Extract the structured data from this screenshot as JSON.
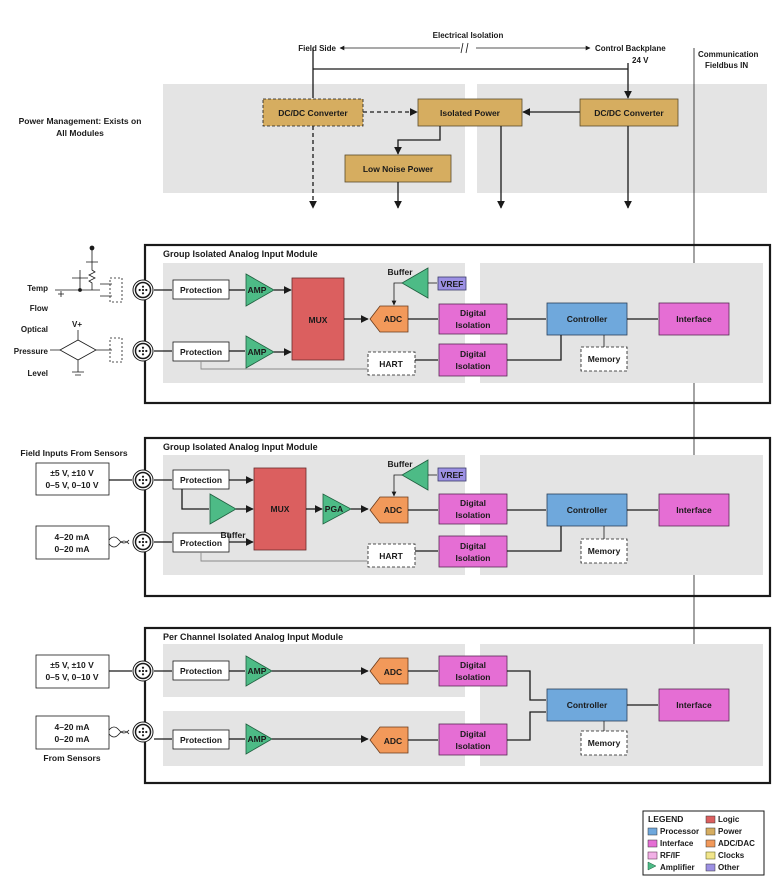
{
  "header": {
    "electrical_isolation": "Electrical Isolation",
    "field_side": "Field Side",
    "control_backplane": "Control Backplane",
    "supply": "24 V",
    "communication": "Communication",
    "fieldbus_in": "Fieldbus IN"
  },
  "power": {
    "label_line1": "Power Management: Exists on",
    "label_line2": "All Modules",
    "dcdc_left": "DC/DC Converter",
    "isolated_power": "Isolated Power",
    "dcdc_right": "DC/DC Converter",
    "low_noise": "Low Noise Power"
  },
  "module1": {
    "title": "Group Isolated Analog Input Module",
    "sensors": [
      "Temp",
      "Flow",
      "Optical",
      "Pressure",
      "Level"
    ],
    "vplus": "V+",
    "protection1": "Protection",
    "protection2": "Protection",
    "amp1": "AMP",
    "amp2": "AMP",
    "mux": "MUX",
    "buffer": "Buffer",
    "vref": "VREF",
    "adc": "ADC",
    "iso1_l1": "Digital",
    "iso1_l2": "Isolation",
    "iso2_l1": "Digital",
    "iso2_l2": "Isolation",
    "hart": "HART",
    "controller": "Controller",
    "memory": "Memory",
    "interface": "Interface"
  },
  "module2": {
    "title": "Group Isolated Analog Input Module",
    "field_inputs": "Field Inputs From Sensors",
    "input1_l1": "±5 V, ±10 V",
    "input1_l2": "0–5 V, 0–10 V",
    "input2_l1": "4–20 mA",
    "input2_l2": "0–20 mA",
    "protection1": "Protection",
    "protection2": "Protection",
    "buffer_low": "Buffer",
    "mux": "MUX",
    "pga": "PGA",
    "buffer": "Buffer",
    "vref": "VREF",
    "adc": "ADC",
    "iso1_l1": "Digital",
    "iso1_l2": "Isolation",
    "iso2_l1": "Digital",
    "iso2_l2": "Isolation",
    "hart": "HART",
    "controller": "Controller",
    "memory": "Memory",
    "interface": "Interface"
  },
  "module3": {
    "title": "Per Channel Isolated Analog Input Module",
    "input1_l1": "±5 V, ±10 V",
    "input1_l2": "0–5 V, 0–10 V",
    "input2_l1": "4–20 mA",
    "input2_l2": "0–20 mA",
    "from_sensors": "From Sensors",
    "protection1": "Protection",
    "protection2": "Protection",
    "amp1": "AMP",
    "amp2": "AMP",
    "adc1": "ADC",
    "adc2": "ADC",
    "iso1_l1": "Digital",
    "iso1_l2": "Isolation",
    "iso2_l1": "Digital",
    "iso2_l2": "Isolation",
    "controller": "Controller",
    "memory": "Memory",
    "interface": "Interface"
  },
  "legend": {
    "title": "LEGEND",
    "items": [
      {
        "label": "Processor",
        "color": "#6fa8dc"
      },
      {
        "label": "Interface",
        "color": "#e56ed4"
      },
      {
        "label": "RF/IF",
        "color": "#f2b0e6"
      },
      {
        "label": "Amplifier",
        "color": "#4dbb86"
      },
      {
        "label": "Logic",
        "color": "#db5f5f"
      },
      {
        "label": "Power",
        "color": "#d6ad60"
      },
      {
        "label": "ADC/DAC",
        "color": "#f2995a"
      },
      {
        "label": "Clocks",
        "color": "#f1e58a"
      },
      {
        "label": "Other",
        "color": "#9c90e3"
      }
    ]
  }
}
